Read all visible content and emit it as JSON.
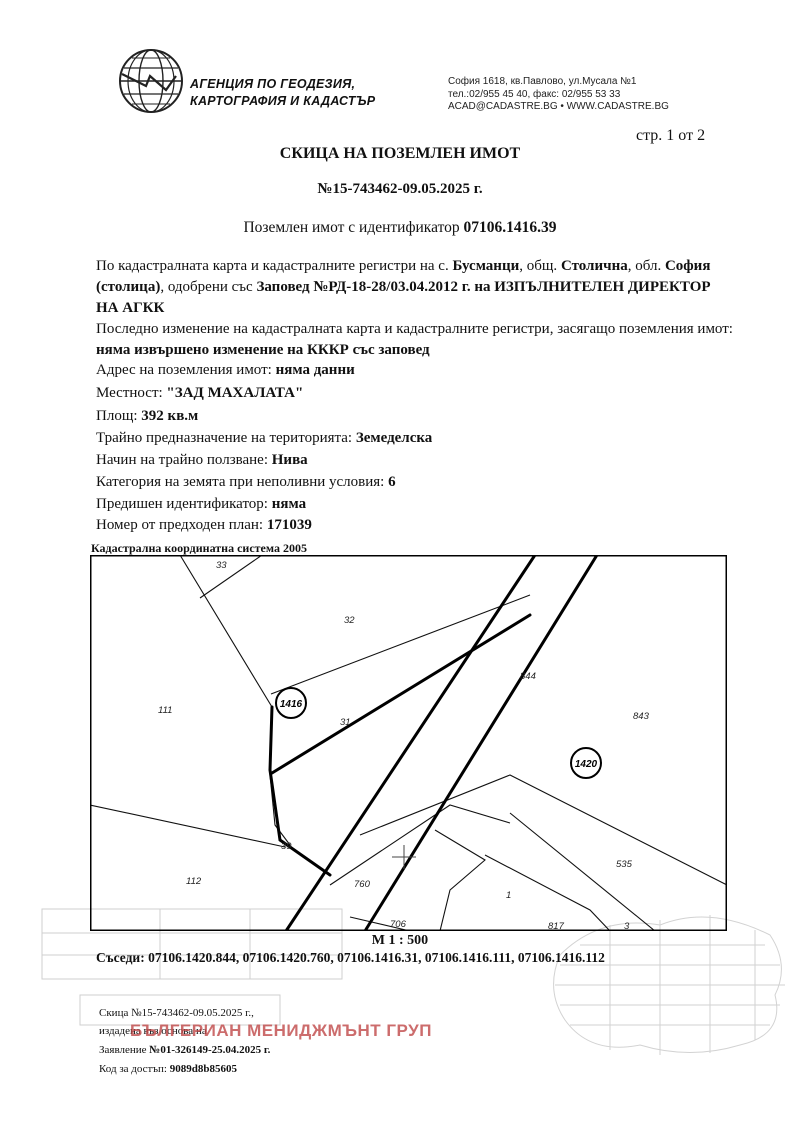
{
  "header": {
    "agency_line1": "АГЕНЦИЯ ПО ГЕОДЕЗИЯ,",
    "agency_line2": "КАРТОГРАФИЯ И КАДАСТЪР",
    "address": "София 1618, кв.Павлово, ул.Мусала №1",
    "phone": "тел.:02/955 45 40, факс: 02/955 53 33",
    "email_web": "ACAD@CADASTRE.BG • WWW.CADASTRE.BG",
    "page": "стр. 1 от 2"
  },
  "title": "СКИЦА НА ПОЗЕМЛЕН ИМОТ",
  "number": "№15-743462-09.05.2025 г.",
  "parcel": {
    "label": "Поземлен имот с идентификатор",
    "id": "07106.1416.39"
  },
  "body": {
    "p1_a": "По кадастралната карта и кадастралните регистри на с. ",
    "village": "Бусманци",
    "p1_b": ", общ. ",
    "municipality": "Столична",
    "p1_c": ", обл.",
    "region": "София (столица)",
    "p1_d": ", одобрени със ",
    "order": "Заповед №РД-18-28/03.04.2012 г. на ИЗПЪЛНИТЕЛЕН ДИРЕКТОР НА АГКК",
    "p2_label": "Последно изменение на кадастралната карта и кадастралните регистри, засягащо поземления имот: ",
    "p2_value": "няма извършено изменение на КККР със заповед",
    "address_label": "Адрес на поземления имот: ",
    "address_value": "няма данни",
    "locality_label": "Местност: ",
    "locality_value": "\"ЗАД МАХАЛАТА\"",
    "area_label": "Площ: ",
    "area_value": "392 кв.м",
    "purpose_label": "Трайно предназначение на територията: ",
    "purpose_value": "Земеделска",
    "usage_label": "Начин на трайно ползване: ",
    "usage_value": "Нива",
    "category_label": "Категория на земята при неполивни условия: ",
    "category_value": "6",
    "prev_id_label": "Предишен идентификатор: ",
    "prev_id_value": "няма",
    "prev_plan_label": "Номер от предходен план: ",
    "prev_plan_value": "171039"
  },
  "map": {
    "coord_system": "Кадастрална координатна система 2005",
    "labels": {
      "p33": "33",
      "p32": "32",
      "p111": "111",
      "p31": "31",
      "p844": "844",
      "p843": "843",
      "p39": "39",
      "p112": "112",
      "p760": "760",
      "p1": "1",
      "p535": "535",
      "p706": "706",
      "p817": "817",
      "p3": "3",
      "zone1416": "1416",
      "zone1420": "1420"
    }
  },
  "scale": "М 1 : 500",
  "neighbors": {
    "label": "Съседи: ",
    "value": "07106.1420.844, 07106.1420.760, 07106.1416.31, 07106.1416.111, 07106.1416.112"
  },
  "footer": {
    "sketch": "Скица №15-743462-09.05.2025 г.,",
    "issued": "издадена въз основа на",
    "application_label": "Заявление ",
    "application_value": "№01-326149-25.04.2025 г.",
    "access_label": "Код за достъп: ",
    "access_value": "9089d8b85605",
    "stamp": "БЪЛГЕРИАН МЕНИДЖМЪНТ ГРУП"
  }
}
